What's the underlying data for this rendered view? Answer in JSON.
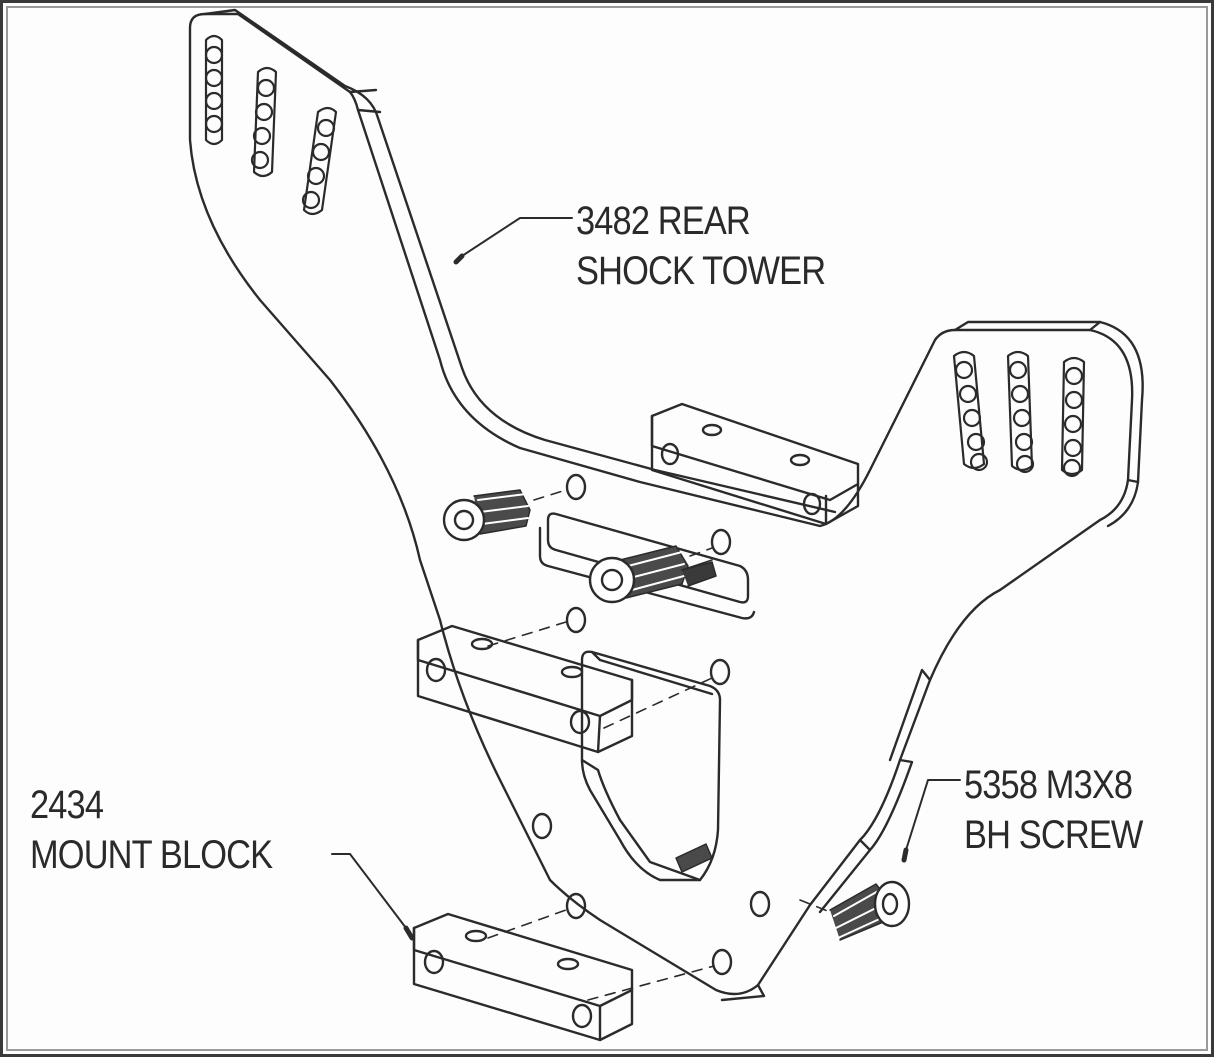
{
  "callouts": {
    "shock_tower": {
      "part_no": "3482",
      "line1": "3482 REAR",
      "line2": "SHOCK TOWER"
    },
    "screw": {
      "line1": "5358 M3X8",
      "line2": "BH SCREW"
    },
    "mount_block": {
      "line1": "2434",
      "line2": "MOUNT BLOCK"
    }
  },
  "colors": {
    "line": "#2b2b2b",
    "background": "#ffffff",
    "shade": "#4a4a4a"
  },
  "icons": [
    "shock-tower-part",
    "mount-block-part",
    "bh-screw-part",
    "leader-arrow-icon"
  ]
}
